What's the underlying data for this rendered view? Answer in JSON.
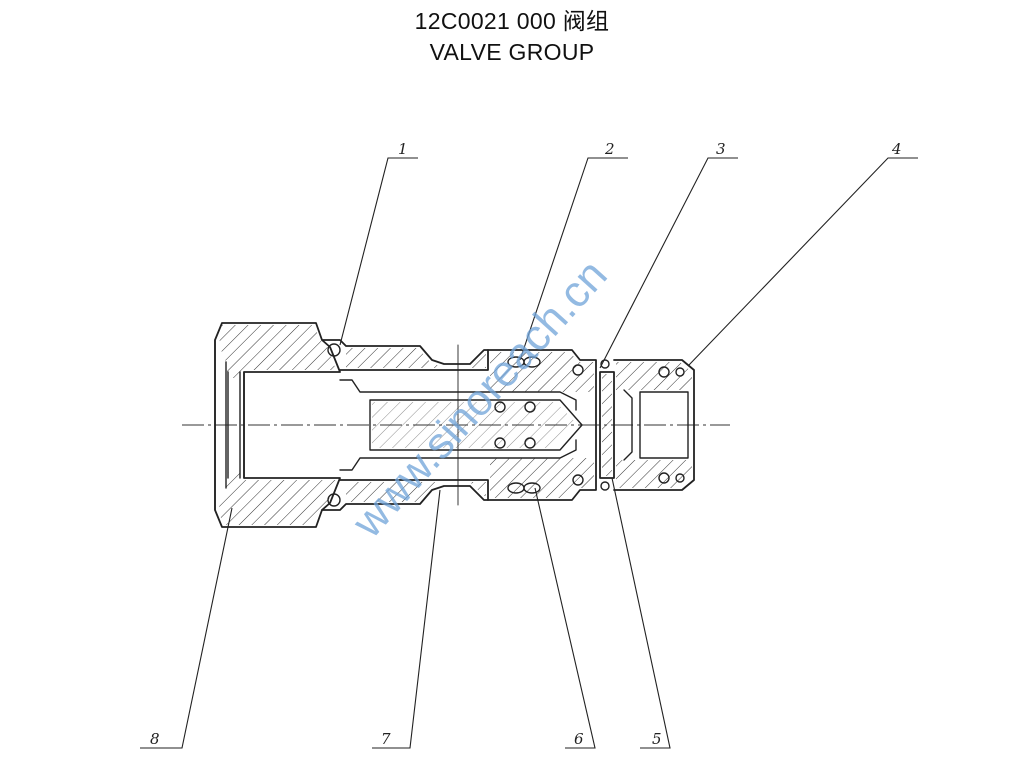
{
  "title": {
    "line1": "12C0021 000  阀组",
    "line2": "VALVE GROUP"
  },
  "part_numbers": [
    "1",
    "2",
    "3",
    "4",
    "5",
    "6",
    "7",
    "8"
  ],
  "watermark": "www.sinoreach.cn",
  "colors": {
    "line": "#222222",
    "watermark": "#6fa3d9",
    "background": "#ffffff"
  }
}
